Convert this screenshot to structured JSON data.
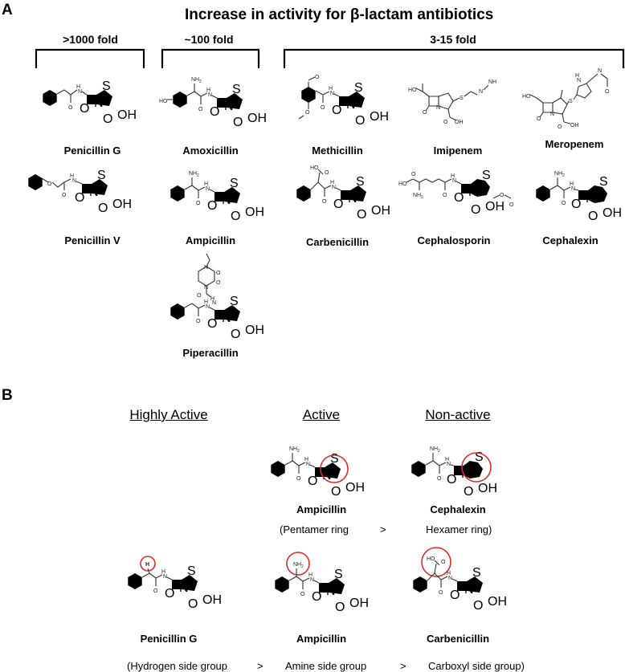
{
  "panel_a": {
    "letter": "A",
    "title": "Increase in activity for β-lactam antibiotics",
    "groups": [
      {
        "fold": ">1000 fold"
      },
      {
        "fold": "~100 fold"
      },
      {
        "fold": "3-15 fold"
      }
    ],
    "molecules": {
      "penicillin_g": "Penicillin G",
      "penicillin_v": "Penicillin V",
      "amoxicillin": "Amoxicillin",
      "ampicillin": "Ampicillin",
      "piperacillin": "Piperacillin",
      "methicillin": "Methicillin",
      "imipenem": "Imipenem",
      "meropenem": "Meropenem",
      "carbenicillin": "Carbenicillin",
      "cephalosporin": "Cephalosporin",
      "cephalexin": "Cephalexin"
    }
  },
  "panel_b": {
    "letter": "B",
    "columns": {
      "highly_active": "Highly Active",
      "active": "Active",
      "non_active": "Non-active"
    },
    "row1": {
      "active_name": "Ampicillin",
      "non_active_name": "Cephalexin",
      "left_note": "(Pentamer ring",
      "gt": ">",
      "right_note": "Hexamer ring)"
    },
    "row2": {
      "highly_active_name": "Penicillin G",
      "active_name": "Ampicillin",
      "non_active_name": "Carbenicillin",
      "note_1": "(Hydrogen side group",
      "gt_1": ">",
      "note_2": "Amine side group",
      "gt_2": ">",
      "note_3": "Carboxyl side group)"
    }
  },
  "colors": {
    "highlight": "#d93025",
    "bond": "#333333"
  }
}
